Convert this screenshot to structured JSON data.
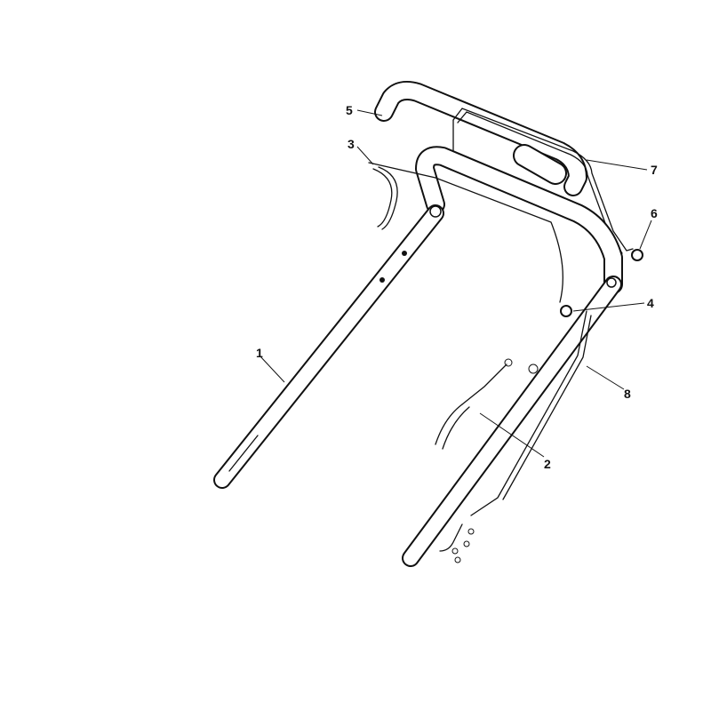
{
  "diagram": {
    "callouts": [
      {
        "id": "part-1",
        "label": "1"
      },
      {
        "id": "part-2",
        "label": "2"
      },
      {
        "id": "part-3",
        "label": "3"
      },
      {
        "id": "part-4",
        "label": "4"
      },
      {
        "id": "part-5",
        "label": "5"
      },
      {
        "id": "part-6",
        "label": "6"
      },
      {
        "id": "part-7",
        "label": "7"
      },
      {
        "id": "part-8",
        "label": "8"
      }
    ]
  }
}
